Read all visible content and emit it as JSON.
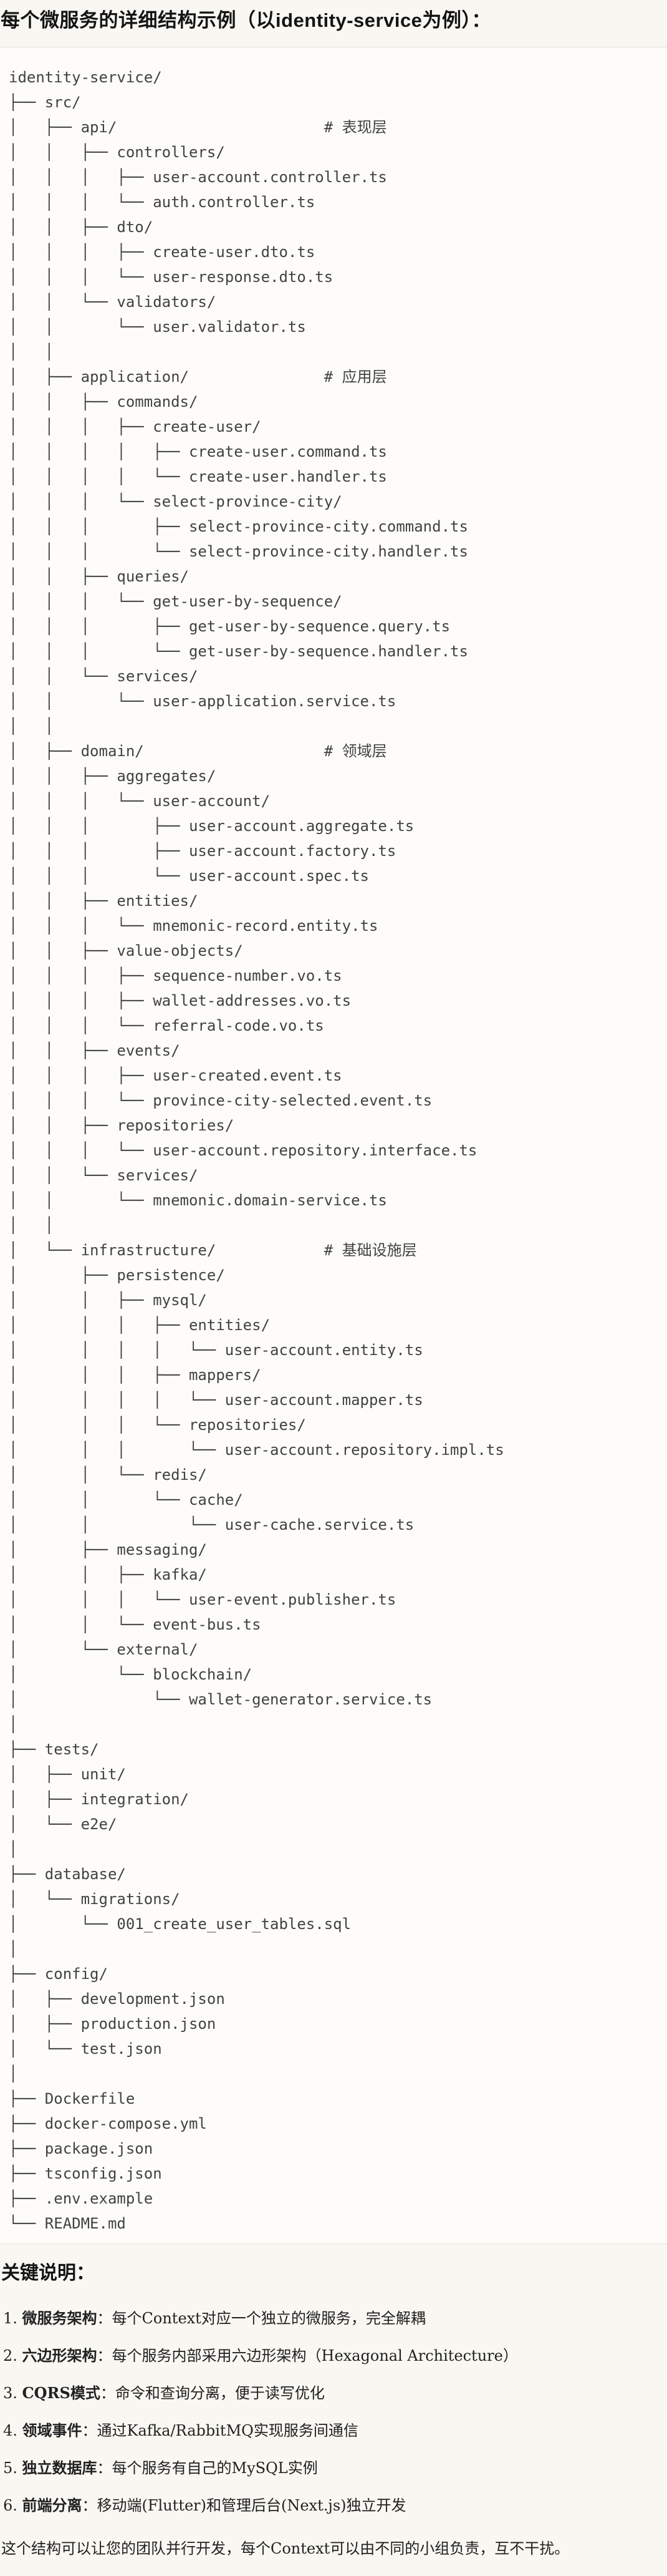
{
  "page": {
    "title": "每个微服务的详细结构示例（以identity-service为例）："
  },
  "colors": {
    "page_background": "#f9f7f1",
    "code_box_background": "#fdfcf9",
    "code_box_border": "#e3e1db",
    "tree_text": "#424242",
    "heading_text": "#141414",
    "notes_text": "#212121"
  },
  "tree": {
    "root": "identity-service/",
    "layer_comments": [
      "# 表现层",
      "# 应用层",
      "# 领域层",
      "# 基础设施层"
    ],
    "lines": [
      "identity-service/",
      "├── src/",
      "│   ├── api/                       # 表现层",
      "│   │   ├── controllers/",
      "│   │   │   ├── user-account.controller.ts",
      "│   │   │   └── auth.controller.ts",
      "│   │   ├── dto/",
      "│   │   │   ├── create-user.dto.ts",
      "│   │   │   └── user-response.dto.ts",
      "│   │   └── validators/",
      "│   │       └── user.validator.ts",
      "│   │",
      "│   ├── application/               # 应用层",
      "│   │   ├── commands/",
      "│   │   │   ├── create-user/",
      "│   │   │   │   ├── create-user.command.ts",
      "│   │   │   │   └── create-user.handler.ts",
      "│   │   │   └── select-province-city/",
      "│   │   │       ├── select-province-city.command.ts",
      "│   │   │       └── select-province-city.handler.ts",
      "│   │   ├── queries/",
      "│   │   │   └── get-user-by-sequence/",
      "│   │   │       ├── get-user-by-sequence.query.ts",
      "│   │   │       └── get-user-by-sequence.handler.ts",
      "│   │   └── services/",
      "│   │       └── user-application.service.ts",
      "│   │",
      "│   ├── domain/                    # 领域层",
      "│   │   ├── aggregates/",
      "│   │   │   └── user-account/",
      "│   │   │       ├── user-account.aggregate.ts",
      "│   │   │       ├── user-account.factory.ts",
      "│   │   │       └── user-account.spec.ts",
      "│   │   ├── entities/",
      "│   │   │   └── mnemonic-record.entity.ts",
      "│   │   ├── value-objects/",
      "│   │   │   ├── sequence-number.vo.ts",
      "│   │   │   ├── wallet-addresses.vo.ts",
      "│   │   │   └── referral-code.vo.ts",
      "│   │   ├── events/",
      "│   │   │   ├── user-created.event.ts",
      "│   │   │   └── province-city-selected.event.ts",
      "│   │   ├── repositories/",
      "│   │   │   └── user-account.repository.interface.ts",
      "│   │   └── services/",
      "│   │       └── mnemonic.domain-service.ts",
      "│   │",
      "│   └── infrastructure/            # 基础设施层",
      "│       ├── persistence/",
      "│       │   ├── mysql/",
      "│       │   │   ├── entities/",
      "│       │   │   │   └── user-account.entity.ts",
      "│       │   │   ├── mappers/",
      "│       │   │   │   └── user-account.mapper.ts",
      "│       │   │   └── repositories/",
      "│       │   │       └── user-account.repository.impl.ts",
      "│       │   └── redis/",
      "│       │       └── cache/",
      "│       │           └── user-cache.service.ts",
      "│       ├── messaging/",
      "│       │   ├── kafka/",
      "│       │   │   └── user-event.publisher.ts",
      "│       │   └── event-bus.ts",
      "│       └── external/",
      "│           └── blockchain/",
      "│               └── wallet-generator.service.ts",
      "│",
      "├── tests/",
      "│   ├── unit/",
      "│   ├── integration/",
      "│   └── e2e/",
      "│",
      "├── database/",
      "│   └── migrations/",
      "│       └── 001_create_user_tables.sql",
      "│",
      "├── config/",
      "│   ├── development.json",
      "│   ├── production.json",
      "│   └── test.json",
      "│",
      "├── Dockerfile",
      "├── docker-compose.yml",
      "├── package.json",
      "├── tsconfig.json",
      "├── .env.example",
      "└── README.md"
    ]
  },
  "notes": {
    "heading": "关键说明：",
    "items": [
      {
        "num": "1. ",
        "label": "微服务架构",
        "rest": "：每个Context对应一个独立的微服务，完全解耦"
      },
      {
        "num": "2. ",
        "label": "六边形架构",
        "rest": "：每个服务内部采用六边形架构（Hexagonal Architecture）"
      },
      {
        "num": "3. ",
        "label": "CQRS模式",
        "rest": "：命令和查询分离，便于读写优化"
      },
      {
        "num": "4. ",
        "label": "领域事件",
        "rest": "：通过Kafka/RabbitMQ实现服务间通信"
      },
      {
        "num": "5. ",
        "label": "独立数据库",
        "rest": "：每个服务有自己的MySQL实例"
      },
      {
        "num": "6. ",
        "label": "前端分离",
        "rest": "：移动端(Flutter)和管理后台(Next.js)独立开发"
      }
    ],
    "closing": "这个结构可以让您的团队并行开发，每个Context可以由不同的小组负责，互不干扰。"
  }
}
